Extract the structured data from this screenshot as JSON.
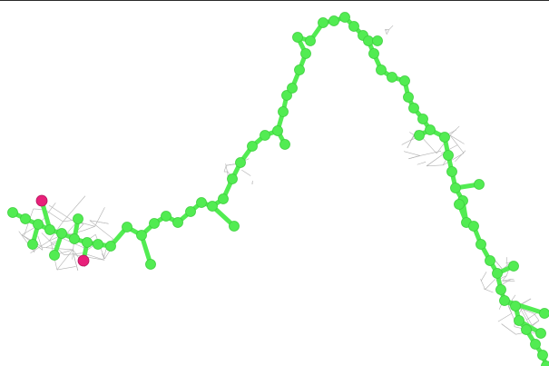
{
  "scene": {
    "background": "#ffffff",
    "border_color": "#2a2a2a",
    "colors": {
      "carbon": "#52ec52",
      "carbon_shade": "#3fcf3f",
      "oxygen": "#e8207a",
      "density_mesh": "#a9a9a9"
    },
    "atom_types": [
      "carbon",
      "oxygen"
    ],
    "mesh_style": "wireframe electron density"
  }
}
